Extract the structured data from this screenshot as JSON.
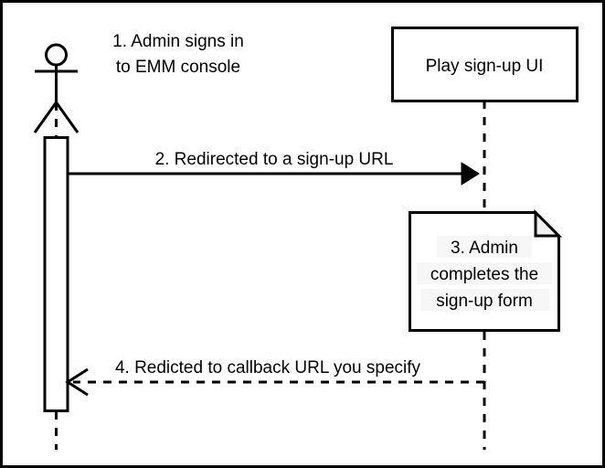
{
  "diagram": {
    "title": "EMM sign-up sequence diagram",
    "type": "sequence-diagram",
    "background_color": "#ffffff",
    "line_color": "#000000",
    "border_color": "#000000",
    "note_fold_color": "#f0f0f0"
  },
  "actor": {
    "name": "admin-actor",
    "caption_line1": "1. Admin signs in",
    "caption_line2": "to EMM console"
  },
  "participant": {
    "name": "play-signup-ui",
    "label": "Play sign-up UI"
  },
  "messages": [
    {
      "id": "message-2",
      "label": "2. Redirected to a sign-up URL",
      "style": "solid",
      "arrowhead": "filled",
      "direction": "right"
    },
    {
      "id": "message-4",
      "label": "4. Redicted to callback URL you specify",
      "style": "dashed",
      "arrowhead": "open",
      "direction": "left"
    }
  ],
  "note": {
    "name": "signup-form-note",
    "line1": "3. Admin",
    "line2": "completes the",
    "line3": "sign-up form"
  }
}
